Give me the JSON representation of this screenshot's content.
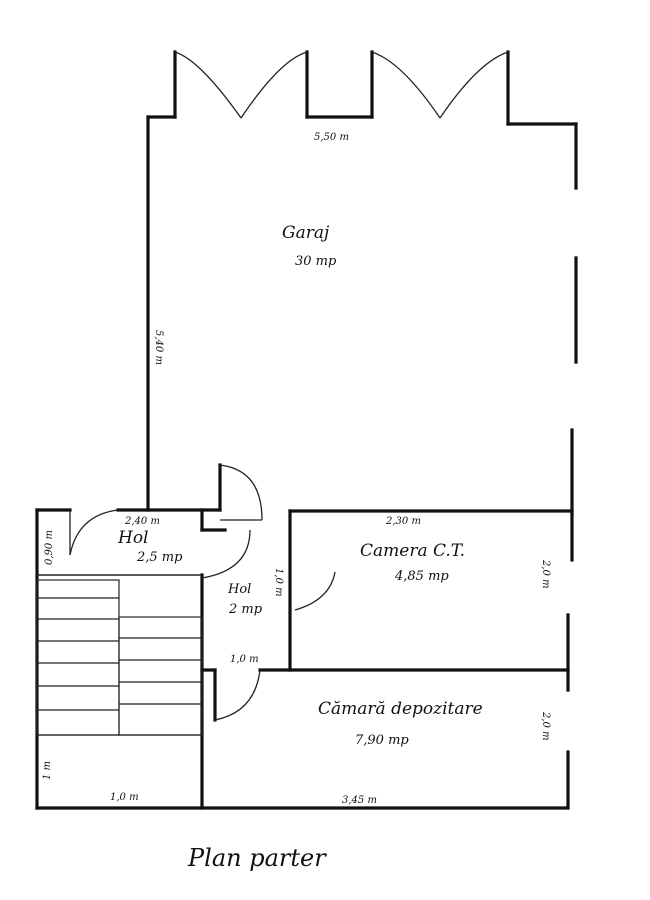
{
  "rooms": {
    "garage": {
      "name": "Garaj",
      "area": "30 mp"
    },
    "hall_1": {
      "name": "Hol",
      "area": "2,5 mp"
    },
    "hall_2": {
      "name": "Hol",
      "area": "2 mp"
    },
    "boiler_room": {
      "name": "Camera C.T.",
      "area": "4,85 mp"
    },
    "storage": {
      "name": "Cămară depozitare",
      "area": "7,90 mp"
    }
  },
  "dimensions": {
    "garage_width": "5,50 m",
    "garage_length": "5,40 m",
    "hall_width": "2,40 m",
    "hall_depth": "0,90 m",
    "hall_2_width": "1,0 m",
    "boiler_width": "2,30 m",
    "boiler_depth": "2,0 m",
    "hall_2_depth": "1,0 m",
    "storage_depth": "2,0 m",
    "storage_width": "3,45 m",
    "stair_height": "1 m",
    "stair_width": "1,0 m"
  },
  "title": "Plan parter"
}
